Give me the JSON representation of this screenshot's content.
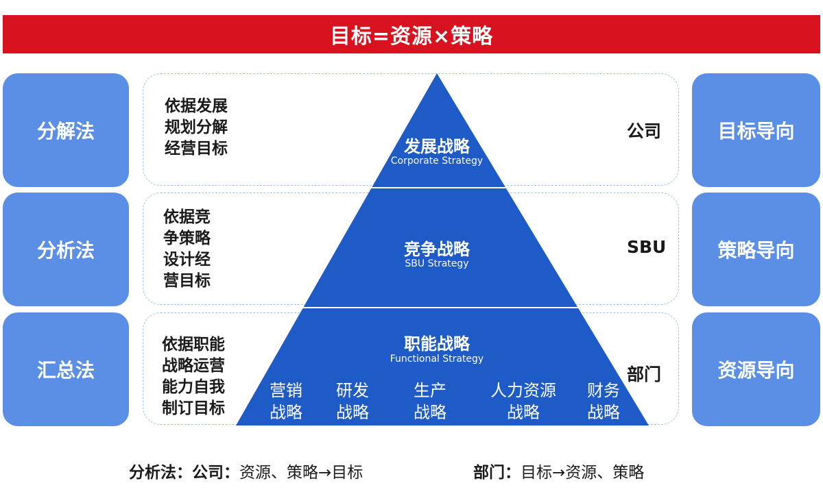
{
  "title": "目标=资源×策略",
  "left_methods": [
    "分解法",
    "分析法",
    "汇总法"
  ],
  "right_orientations": [
    "目标导向",
    "策略导向",
    "资源导向"
  ],
  "rows": [
    {
      "description": "依据发展\n规划分解\n经营目标",
      "level": "公司"
    },
    {
      "description": "依据竞\n争策略\n设计经\n营目标",
      "level": "SBU"
    },
    {
      "description": "依据职能\n战略运营\n能力自我\n制订目标",
      "level": "部门"
    }
  ],
  "pyramid": {
    "corporate": {
      "zh": "发展战略",
      "en": "Corporate Strategy"
    },
    "sbu": {
      "zh": "竞争战略",
      "en": "SBU Strategy"
    },
    "functional": {
      "zh": "职能战略",
      "en": "Functional Strategy"
    },
    "functions": [
      "营销\n战略",
      "研发\n战略",
      "生产\n战略",
      "人力资源\n战略",
      "财务\n战略"
    ],
    "color": "#1f5bc6"
  },
  "footer": {
    "left_label": "分析法：",
    "left_scope": "公司：",
    "left_text": "资源、策略→目标",
    "right_label": "部门：",
    "right_text": "目标→资源、策略"
  },
  "colors": {
    "banner": "#d8131f",
    "side_box": "#5b8fe6",
    "frame_border": "#9fc4ea"
  }
}
